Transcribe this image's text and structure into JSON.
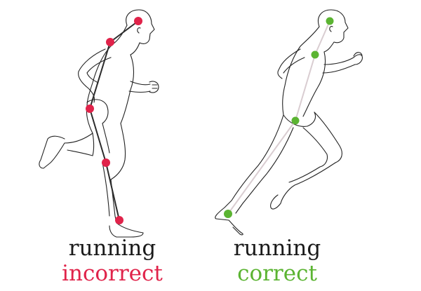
{
  "panels": [
    {
      "title": "running",
      "verdict": "incorrect",
      "color": "#e0234a"
    },
    {
      "title": "running",
      "verdict": "correct",
      "color": "#5bb432"
    }
  ],
  "colors": {
    "outline": "#222222",
    "bad_line": "#2b2b2b",
    "good_line": "#d9cdd1"
  }
}
